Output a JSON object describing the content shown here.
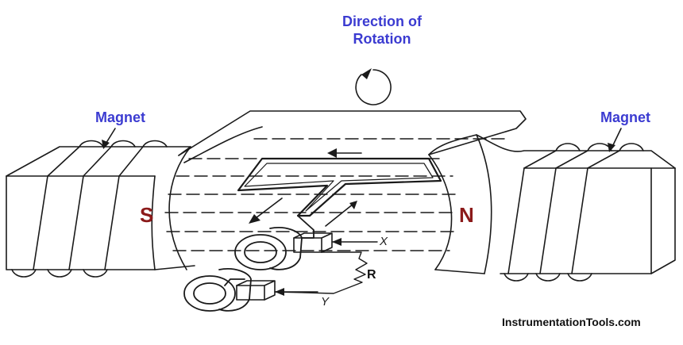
{
  "labels": {
    "direction": "Direction of\nRotation",
    "direction_line1": "Direction of",
    "direction_line2": "Rotation",
    "magnet_left": "Magnet",
    "magnet_right": "Magnet",
    "pole_south": "S",
    "pole_north": "N",
    "terminal_x": "X",
    "terminal_y": "Y",
    "resistor": "R",
    "credit": "InstrumentationTools.com"
  },
  "colors": {
    "label_blue": "#3b3bd1",
    "pole_red": "#8b1a1a",
    "stroke": "#1a1a1a",
    "background": "#ffffff"
  }
}
